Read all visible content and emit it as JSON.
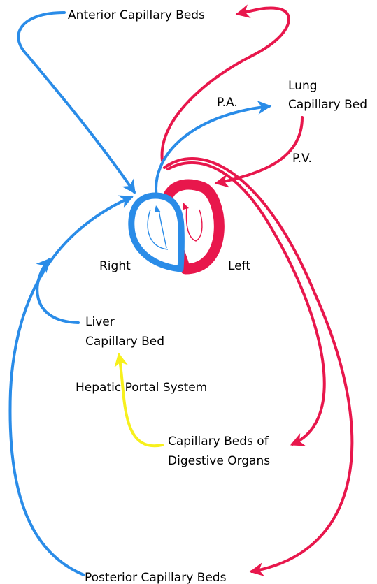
{
  "colors": {
    "deoxygenated": "#2A8CE8",
    "oxygenated": "#E8174C",
    "portal": "#F7F01C",
    "text": "#000000"
  },
  "labels": {
    "anterior": "Anterior Capillary Beds",
    "lung_line1": "Lung",
    "lung_line2": "Capillary Bed",
    "pa": "P.A.",
    "pv": "P.V.",
    "right": "Right",
    "left": "Left",
    "liver_line1": "Liver",
    "liver_line2": "Capillary Bed",
    "hepatic": "Hepatic Portal System",
    "digestive_line1": "Capillary Beds of",
    "digestive_line2": "Digestive Organs",
    "posterior": "Posterior Capillary Beds"
  }
}
